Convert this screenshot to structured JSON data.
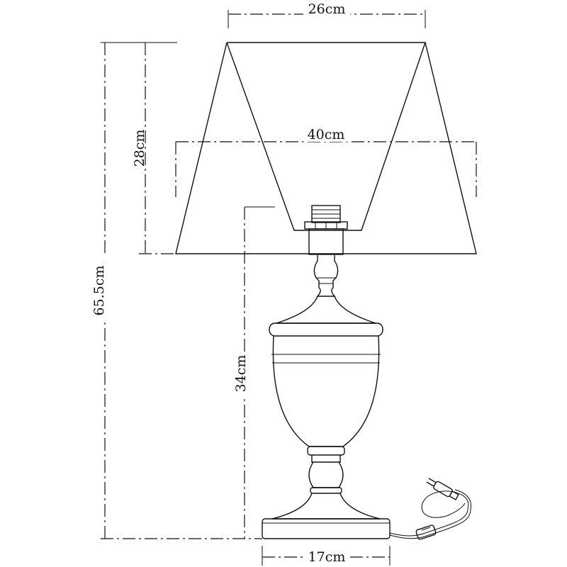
{
  "dimensions": {
    "shade_top_width": "26cm",
    "shade_bottom_width": "40cm",
    "shade_height": "28cm",
    "total_height": "65.5cm",
    "base_height": "34cm",
    "base_width": "17cm"
  }
}
